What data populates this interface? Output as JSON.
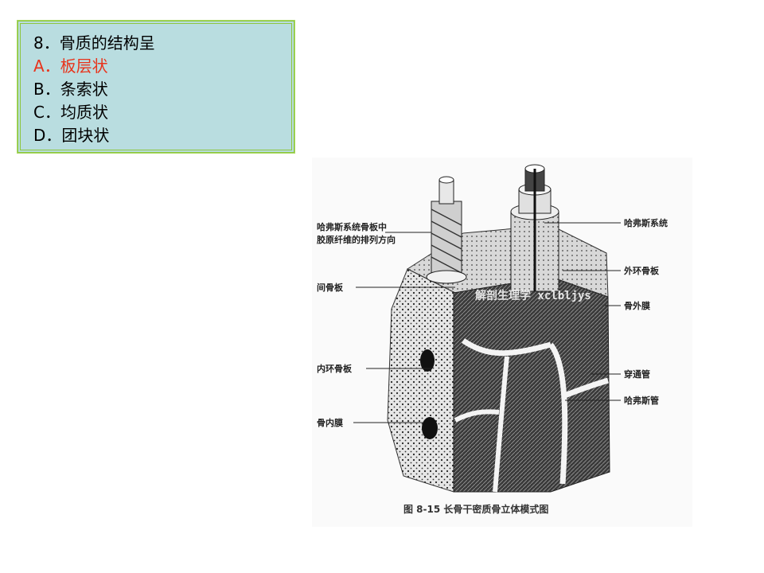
{
  "question": {
    "stem": "8．骨质的结构呈",
    "options": [
      {
        "text": "A．板层状",
        "is_answer": true
      },
      {
        "text": "B．条索状",
        "is_answer": false
      },
      {
        "text": "C．均质状",
        "is_answer": false
      },
      {
        "text": "D．团块状",
        "is_answer": false
      }
    ]
  },
  "figure": {
    "labels_left": {
      "collagen_line1": "哈弗斯系统骨板中",
      "collagen_line2": "胶原纤维的排列方向",
      "interstitial": "间骨板",
      "inner_circumferential": "内环骨板",
      "endosteum": "骨内膜"
    },
    "labels_right": {
      "haversian_system": "哈弗斯系统",
      "outer_circumferential": "外环骨板",
      "periosteum": "骨外膜",
      "volkmann": "穿通管",
      "haversian_canal": "哈弗斯管"
    },
    "watermark": "解剖生理学 xclbljys",
    "caption": "图 8-15   长骨干密质骨立体模式图"
  },
  "colors": {
    "box_bg": "#b9dde0",
    "box_border": "#8dc63f",
    "answer_text": "#e8341c"
  }
}
